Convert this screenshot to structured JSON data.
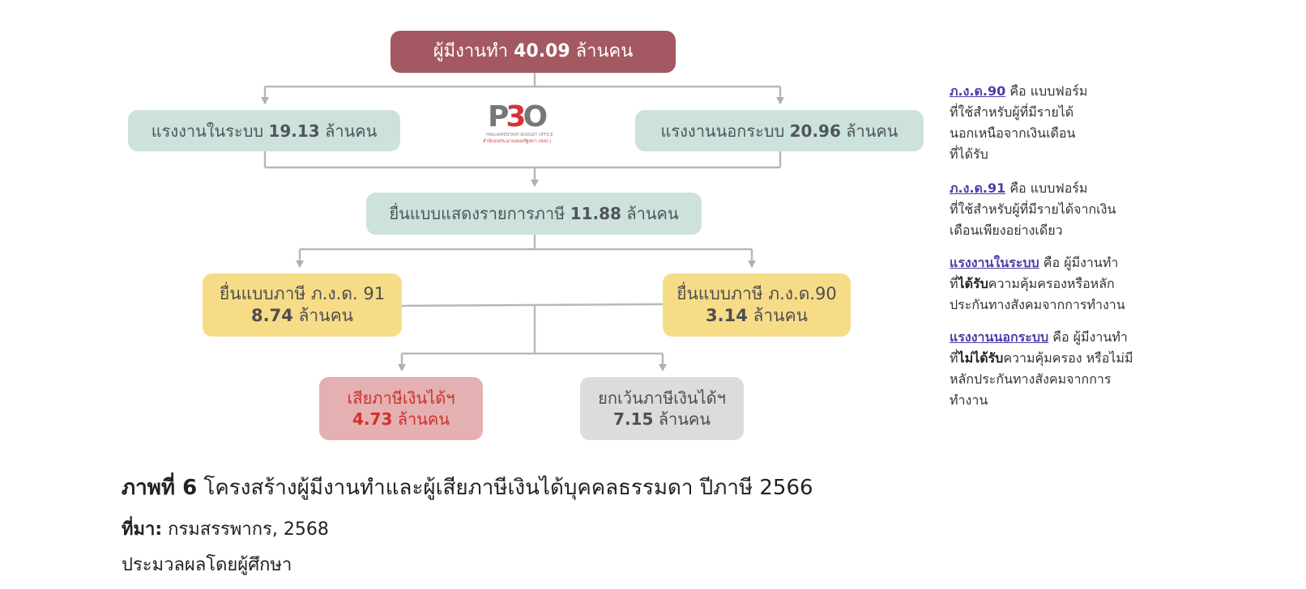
{
  "diagram": {
    "unit": "ล้านคน",
    "colors": {
      "root": "#a35862",
      "labor": "#cde2dd",
      "filing_type": "#f7dc88",
      "taxpayer": "#e4b0b1",
      "taxpayer_text": "#d0312b",
      "exempt": "#dcdcdc",
      "connector": "#b5b5b5",
      "legend_term": "#4b3fa8"
    },
    "root": {
      "label": "ผู้มีงานทำ",
      "value": "40.09",
      "unit": "ล้านคน"
    },
    "formal": {
      "label": "แรงงานในระบบ",
      "value": "19.13",
      "unit": "ล้านคน"
    },
    "informal": {
      "label": "แรงงานนอกระบบ",
      "value": "20.96",
      "unit": "ล้านคน"
    },
    "filed": {
      "label": "ยื่นแบบแสดงรายการภาษี",
      "value": "11.88",
      "unit": "ล้านคน"
    },
    "pnd91": {
      "label": "ยื่นแบบภาษี ภ.ง.ด. 91",
      "value": "8.74",
      "unit": "ล้านคน"
    },
    "pnd90": {
      "label": "ยื่นแบบภาษี ภ.ง.ด.90",
      "value": "3.14",
      "unit": "ล้านคน"
    },
    "taxpayer": {
      "label": "เสียภาษีเงินได้ฯ",
      "value": "4.73",
      "unit": "ล้านคน"
    },
    "exempt": {
      "label": "ยกเว้นภาษีเงินได้ฯ",
      "value": "7.15",
      "unit": "ล้านคน"
    },
    "logo": {
      "mark": "PBO",
      "sub1": "PARLIAMENTARY BUDGET OFFICE",
      "sub2": "สำนักงบประมาณของรัฐสภา (สงป.)"
    }
  },
  "legend": [
    {
      "term": "ภ.ง.ด.90",
      "lines": [
        " คือ แบบฟอร์ม",
        "ที่ใช้สำหรับผู้ที่มีรายได้",
        "นอกเหนือจากเงินเดือน",
        "ที่ได้รับ"
      ]
    },
    {
      "term": "ภ.ง.ด.91",
      "lines": [
        " คือ แบบฟอร์ม",
        "ที่ใช้สำหรับผู้ที่มีรายได้จากเงิน",
        "เดือนเพียงอย่างเดียว"
      ]
    },
    {
      "term": "แรงงานในระบบ",
      "first": " คือ ผู้มีงานทำ",
      "pre": "ที่",
      "bold": "ได้รับ",
      "post": "ความคุ้มครองหรือหลัก",
      "rest": [
        "ประกันทางสังคมจากการทำงาน"
      ]
    },
    {
      "term": "แรงงานนอกระบบ",
      "first": " คือ ผู้มีงานทำ",
      "pre": "ที่",
      "bold": "ไม่ได้รับ",
      "post": "ความคุ้มครอง หรือไม่มี",
      "rest": [
        "หลักประกันทางสังคมจากการ",
        "ทำงาน"
      ]
    }
  ],
  "caption": {
    "figure_label": "ภาพที่ 6",
    "title": " โครงสร้างผู้มีงานทำและผู้เสียภาษีเงินได้บุคคลธรรมดา ปีภาษี 2566",
    "source_label": "ที่มา:",
    "source": " กรมสรรพากร, 2568",
    "note": "ประมวลผลโดยผู้ศึกษา"
  },
  "chart_data": {
    "type": "table",
    "title": "โครงสร้างผู้มีงานทำและผู้เสียภาษีเงินได้บุคคลธรรมดา ปีภาษี 2566",
    "unit": "ล้านคน",
    "nodes": [
      {
        "id": "employed",
        "label": "ผู้มีงานทำ",
        "value": 40.09,
        "parent": null
      },
      {
        "id": "formal",
        "label": "แรงงานในระบบ",
        "value": 19.13,
        "parent": "employed"
      },
      {
        "id": "informal",
        "label": "แรงงานนอกระบบ",
        "value": 20.96,
        "parent": "employed"
      },
      {
        "id": "filed",
        "label": "ยื่นแบบแสดงรายการภาษี",
        "value": 11.88,
        "parent": [
          "formal",
          "informal"
        ]
      },
      {
        "id": "pnd91",
        "label": "ยื่นแบบภาษี ภ.ง.ด. 91",
        "value": 8.74,
        "parent": "filed"
      },
      {
        "id": "pnd90",
        "label": "ยื่นแบบภาษี ภ.ง.ด.90",
        "value": 3.14,
        "parent": "filed"
      },
      {
        "id": "taxpayer",
        "label": "เสียภาษีเงินได้ฯ",
        "value": 4.73,
        "parent": [
          "pnd91",
          "pnd90"
        ]
      },
      {
        "id": "exempt",
        "label": "ยกเว้นภาษีเงินได้ฯ",
        "value": 7.15,
        "parent": [
          "pnd91",
          "pnd90"
        ]
      }
    ],
    "source": "กรมสรรพากร, 2568"
  }
}
